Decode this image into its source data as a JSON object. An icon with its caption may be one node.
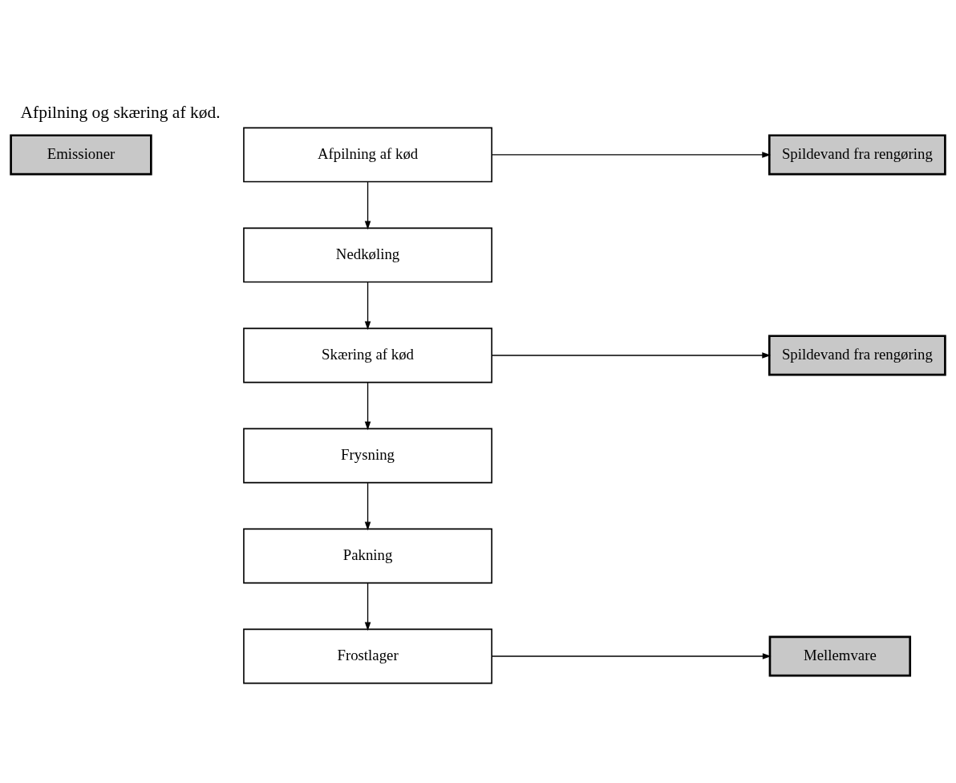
{
  "diagram": {
    "title": "Afpilning og skæring af kød.",
    "nodes": [
      {
        "text": [
          "Emissioner"
        ]
      },
      {
        "text": [
          "Afpilning af kød"
        ]
      },
      {
        "text": [
          "Nedkøling"
        ]
      },
      {
        "text": [
          "Skæring af kød"
        ]
      },
      {
        "text": [
          "Frysning"
        ]
      },
      {
        "text": [
          "Pakning"
        ]
      },
      {
        "text": [
          "Frostlager"
        ]
      },
      {
        "text": [
          "Spildevand fra rengøring"
        ]
      },
      {
        "text": [
          "Spildevand fra rengøring"
        ]
      },
      {
        "text": [
          "Mellemvare"
        ]
      }
    ],
    "edges": [
      {
        "from": 1,
        "to": 2,
        "arrow": "to"
      },
      {
        "from": 2,
        "to": 3,
        "arrow": "to"
      },
      {
        "from": 3,
        "to": 4,
        "arrow": "to"
      },
      {
        "from": 4,
        "to": 5,
        "arrow": "to"
      },
      {
        "from": 5,
        "to": 6,
        "arrow": "to"
      },
      {
        "from": 1,
        "to": 7,
        "arrow": "to"
      },
      {
        "from": 3,
        "to": 8,
        "arrow": "to"
      },
      {
        "from": 6,
        "to": 9,
        "arrow": "to"
      }
    ]
  }
}
